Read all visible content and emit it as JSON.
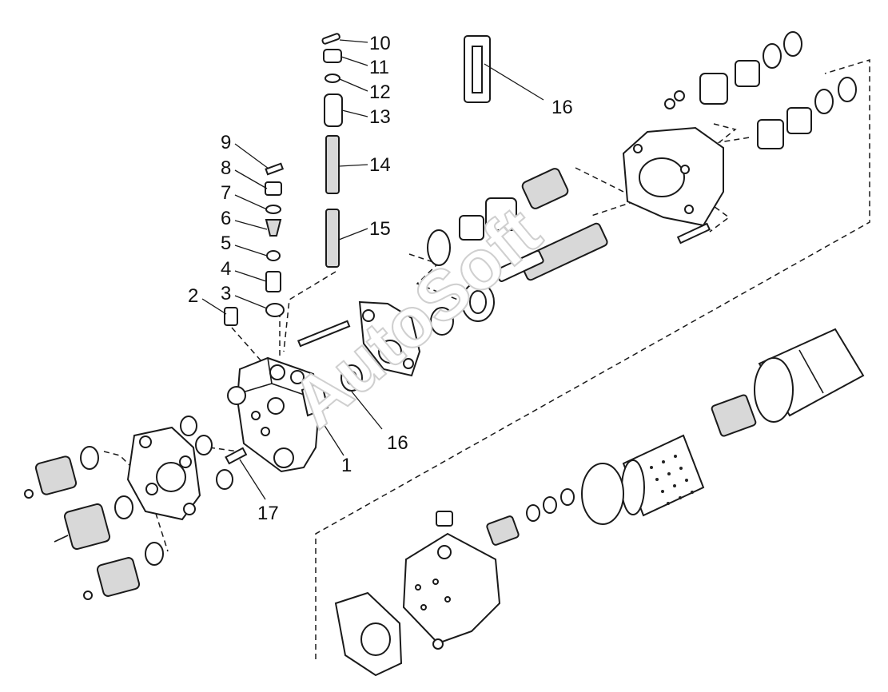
{
  "callouts": {
    "c1": "1",
    "c2": "2",
    "c3": "3",
    "c4": "4",
    "c5": "5",
    "c6": "6",
    "c7": "7",
    "c8": "8",
    "c9": "9",
    "c10": "10",
    "c11": "11",
    "c12": "12",
    "c13": "13",
    "c14": "14",
    "c15": "15",
    "c16a": "16",
    "c16b": "16",
    "c17": "17"
  },
  "watermark": "AutoSoft"
}
